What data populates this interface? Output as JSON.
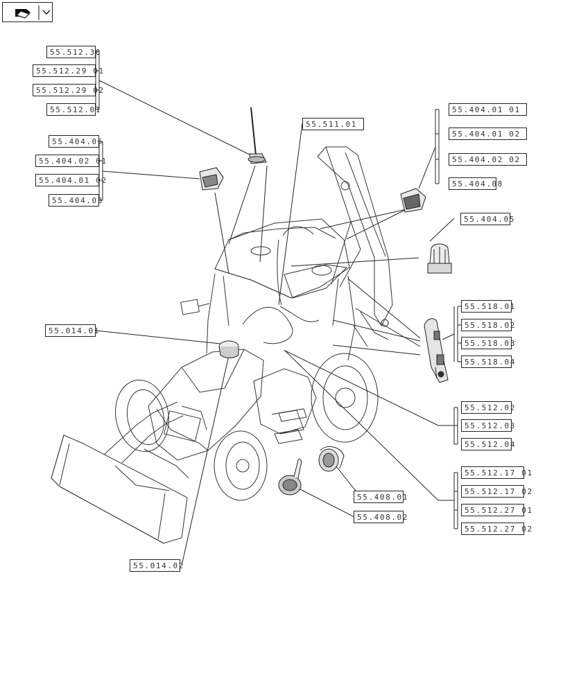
{
  "nav": {
    "icon": "page-forward-icon"
  },
  "refs": {
    "r_55_512_30": "55.512.30",
    "r_55_512_29_01": "55.512.29 01",
    "r_55_512_29_02": "55.512.29 02",
    "r_55_512_01": "55.512.01",
    "r_55_511_01": "55.511.01",
    "r_55_404_06": "55.404.06",
    "r_55_404_02_01": "55.404.02 01",
    "r_55_404_01_02_left": "55.404.01 02",
    "r_55_404_03": "55.404.03",
    "r_55_404_01_01": "55.404.01 01",
    "r_55_404_01_02_right": "55.404.01 02",
    "r_55_404_02_02": "55.404.02 02",
    "r_55_404_08": "55.404.08",
    "r_55_404_05": "55.404.05",
    "r_55_518_01": "55.518.01",
    "r_55_518_02": "55.518.02",
    "r_55_518_03": "55.518.03",
    "r_55_518_04": "55.518.04",
    "r_55_014_01": "55.014.01",
    "r_55_512_02": "55.512.02",
    "r_55_512_03": "55.512.03",
    "r_55_512_04": "55.512.04",
    "r_55_512_17_01": "55.512.17 01",
    "r_55_512_17_02": "55.512.17 02",
    "r_55_512_27_01": "55.512.27 01",
    "r_55_512_27_02": "55.512.27 02",
    "r_55_408_01": "55.408.01",
    "r_55_408_02": "55.408.02",
    "r_55_014_02": "55.014.02"
  }
}
